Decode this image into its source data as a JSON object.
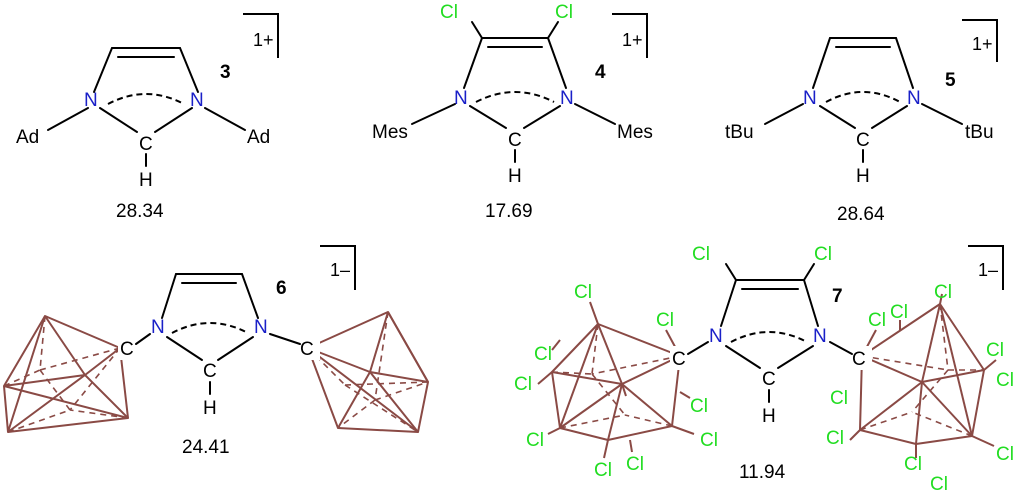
{
  "compounds": [
    {
      "number": "3",
      "charge": "1+",
      "value": "28.34",
      "substituent_left": "Ad",
      "substituent_right": "Ad"
    },
    {
      "number": "4",
      "charge": "1+",
      "value": "17.69",
      "substituent_left": "Mes",
      "substituent_right": "Mes"
    },
    {
      "number": "5",
      "charge": "1+",
      "value": "28.64",
      "substituent_left": "tBu",
      "substituent_right": "tBu"
    },
    {
      "number": "6",
      "charge": "1–",
      "value": "24.41"
    },
    {
      "number": "7",
      "charge": "1–",
      "value": "11.94"
    }
  ],
  "atoms": {
    "nitrogen": "N",
    "carbon": "C",
    "hydrogen": "H",
    "chlorine": "Cl"
  },
  "colors": {
    "nitrogen": "#1a20c8",
    "chlorine": "#22dd22",
    "cage": "#8a4a45",
    "bond": "#000000"
  }
}
